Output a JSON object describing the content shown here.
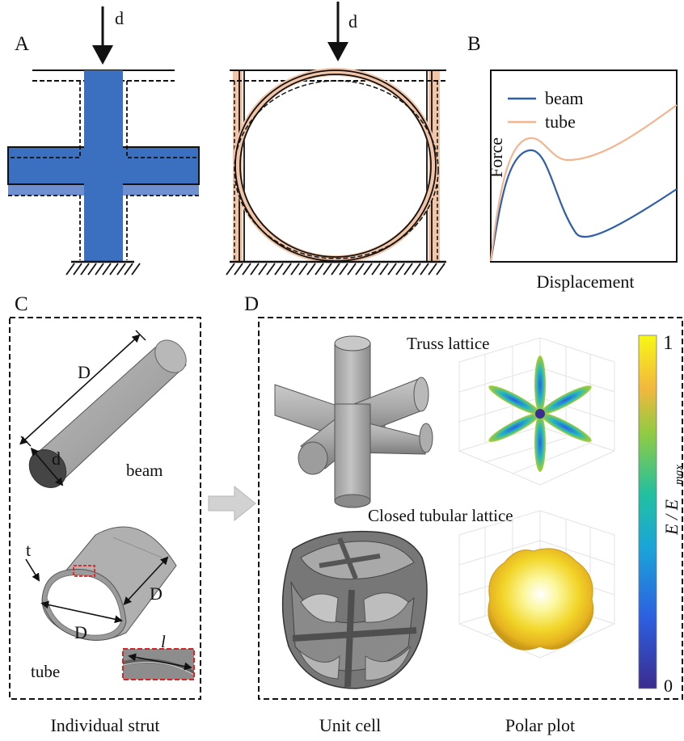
{
  "panels": {
    "a": "A",
    "b": "B",
    "c": "C",
    "d": "D"
  },
  "panel_a": {
    "load_label_beam": "d",
    "load_label_tube": "d"
  },
  "panel_b": {
    "ylabel": "Force",
    "xlabel": "Displacement",
    "legend": [
      "beam",
      "tube"
    ],
    "colors": {
      "beam": "#2f5fa8",
      "tube": "#f3b48e"
    }
  },
  "panel_c": {
    "beam_length_label": "D",
    "beam_diameter_label": "d",
    "beam_caption": "beam",
    "tube_thickness_label": "t",
    "tube_diameter_label": "D",
    "tube_length_label": "D",
    "tube_caption": "tube",
    "inset_label": "l",
    "bottom_caption": "Individual strut"
  },
  "panel_d": {
    "truss_title": "Truss lattice",
    "closed_title": "Closed tubular lattice",
    "colorbar_max": "1",
    "colorbar_min": "0",
    "colorbar_label": "E / E",
    "colorbar_label_sub": "max",
    "bottom_caption_unit": "Unit cell",
    "bottom_caption_polar": "Polar plot"
  },
  "colors": {
    "beam_blue": "#3b6fbf",
    "tube_peach": "#f3c5a8",
    "strut_gray": "#a8a8a8",
    "arrow_gray": "#d2d2d2",
    "inset_red": "#e02020"
  }
}
